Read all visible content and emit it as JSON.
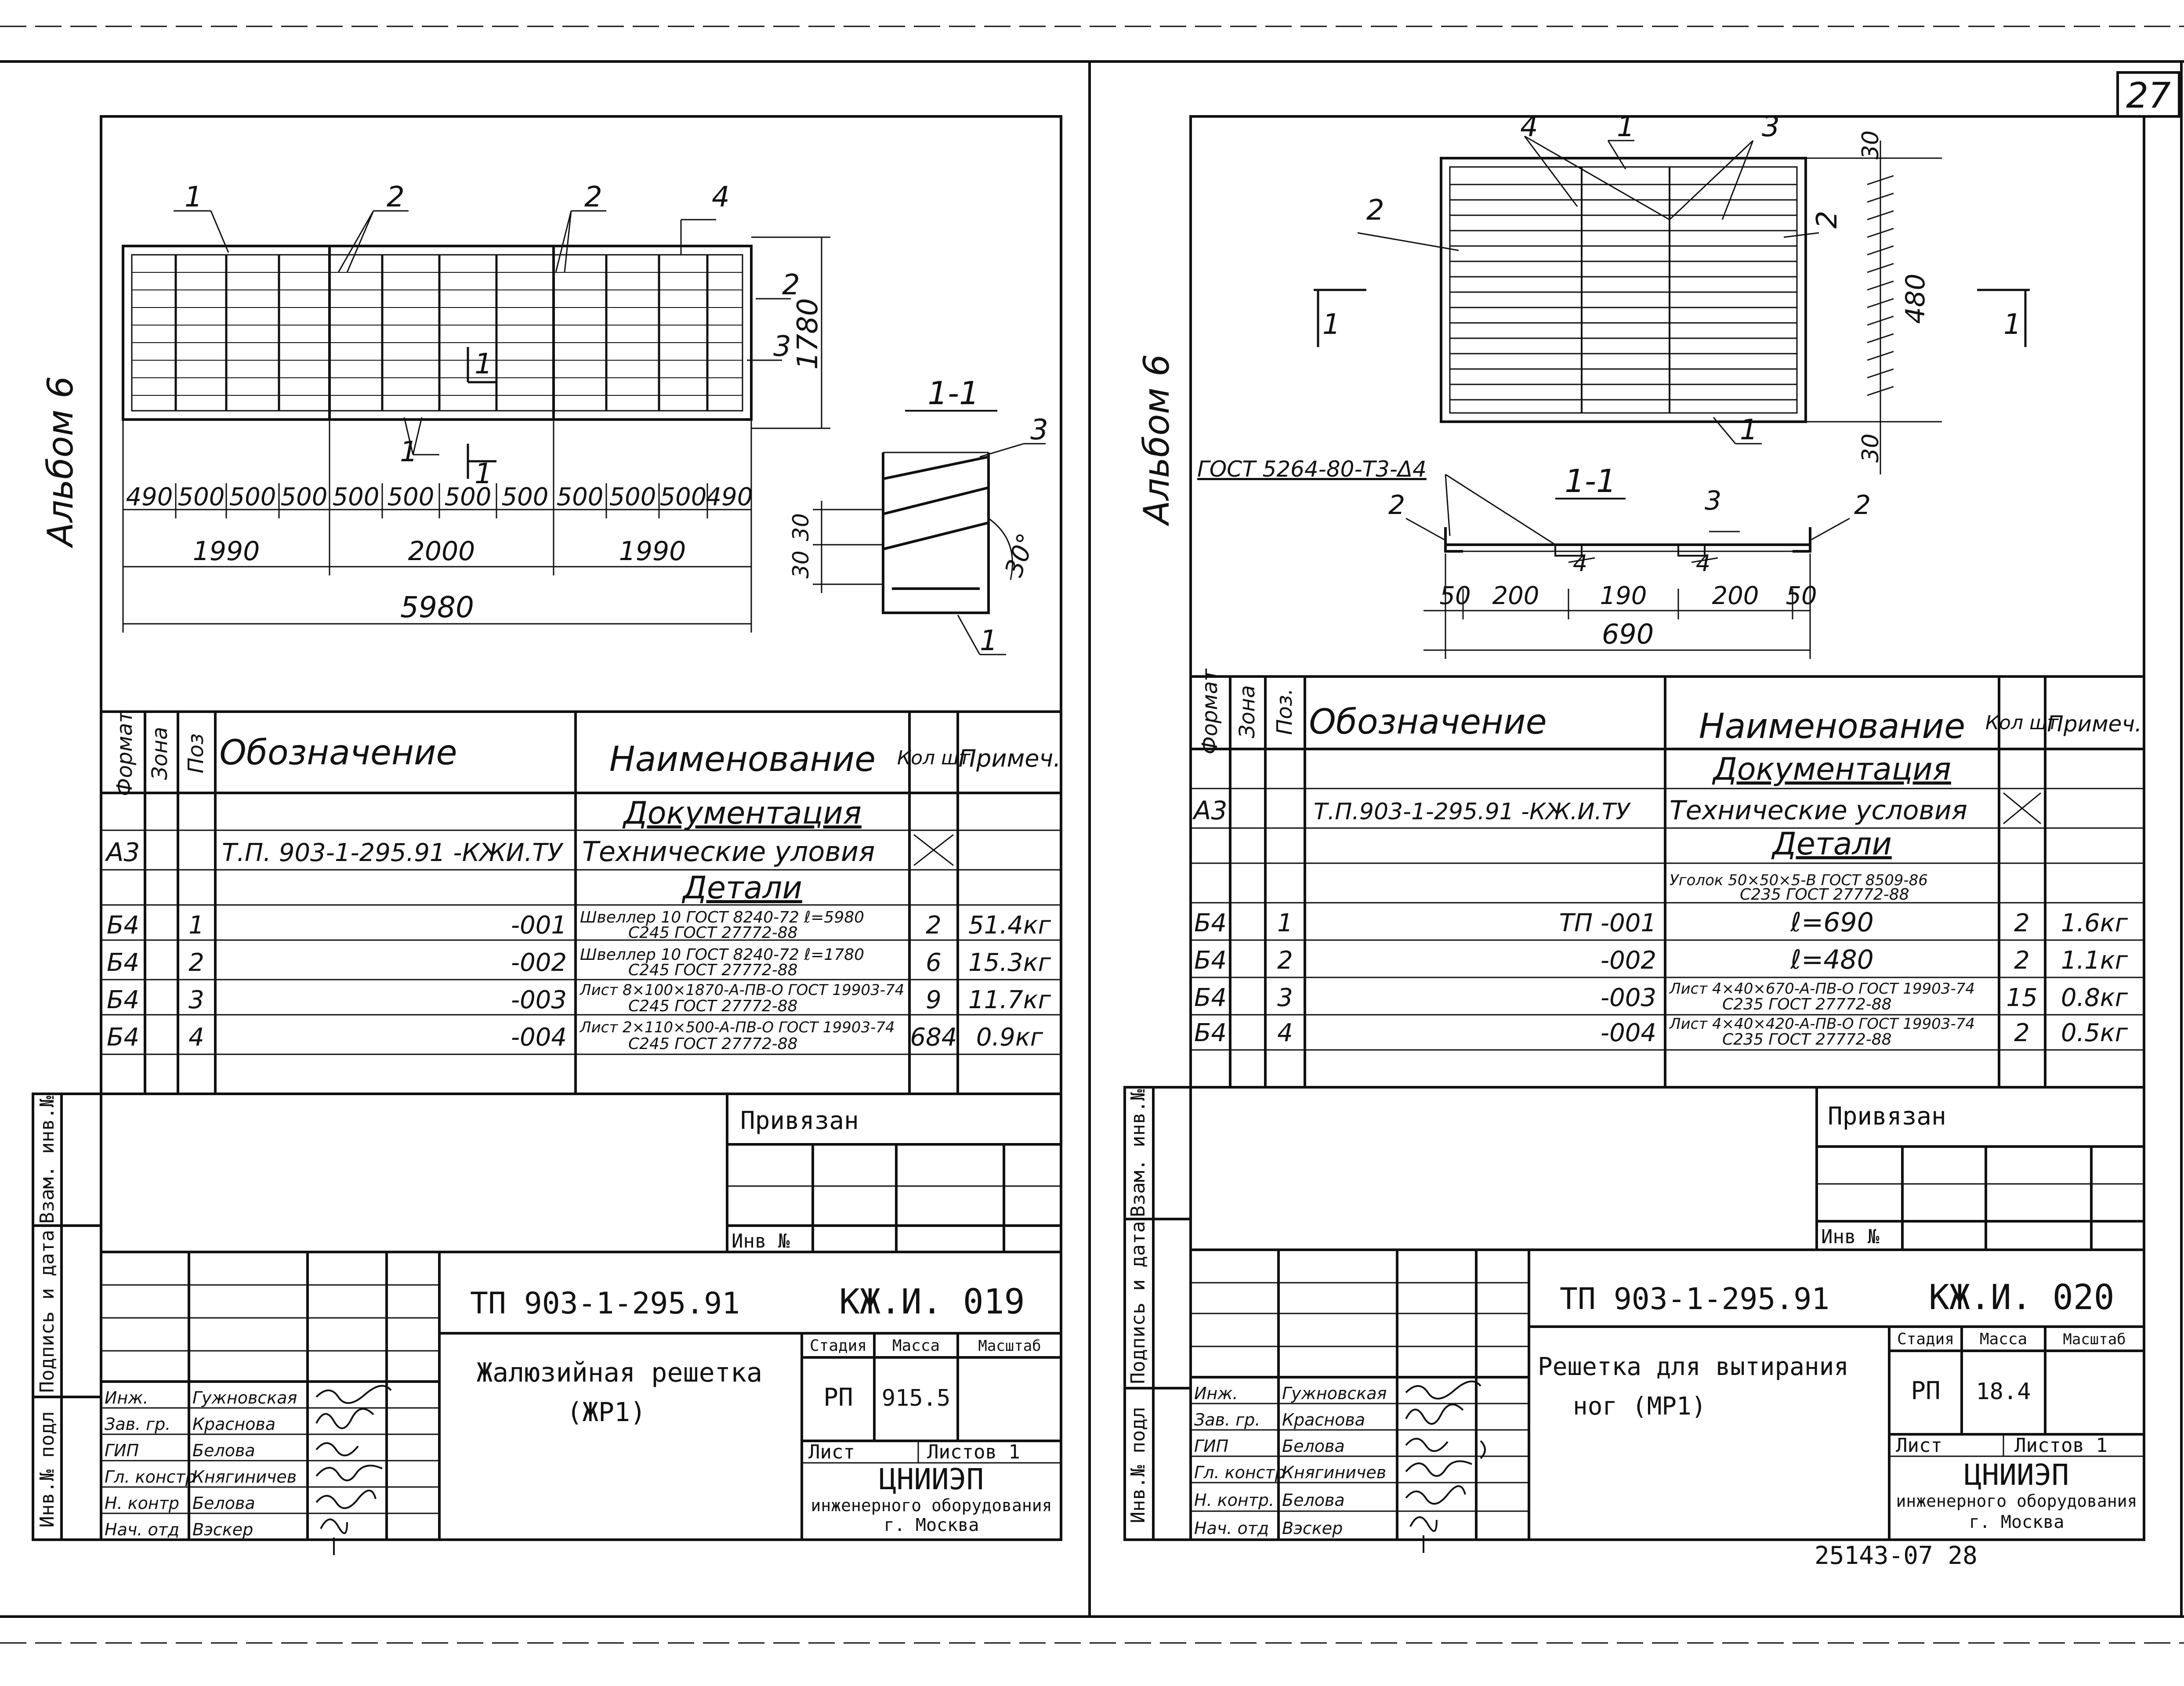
{
  "page_number": "27",
  "left": {
    "album": "Альбом 6",
    "drawing": {
      "callouts": [
        "1",
        "2",
        "2",
        "4",
        "2",
        "3",
        "1",
        "1"
      ],
      "section_marks": [
        "1",
        "1"
      ],
      "height_dim": "1780",
      "bays": [
        "490",
        "500",
        "500",
        "500",
        "500",
        "500",
        "500",
        "500",
        "500",
        "500",
        "500",
        "490"
      ],
      "segments": [
        "1990",
        "2000",
        "1990"
      ],
      "total": "5980",
      "section_title": "1-1",
      "section_dims": [
        "30",
        "30"
      ],
      "angle": "30°",
      "section_callouts": [
        "3",
        "1"
      ]
    },
    "spec": {
      "headers": {
        "format": "Формат",
        "zone": "Зона",
        "pos": "Поз",
        "designation": "Обозначение",
        "name": "Наименование",
        "qty": "Кол шт",
        "note": "Примеч."
      },
      "sections": {
        "docs": "Документация",
        "parts": "Детали"
      },
      "doc_row": {
        "format": "А3",
        "designation": "Т.П. 903-1-295.91 -КЖИ.ТУ",
        "name": "Технические уловия"
      },
      "rows": [
        {
          "format": "Б4",
          "pos": "1",
          "designation": "-001",
          "name_top": "Швеллер 10 ГОСТ 8240-72 ℓ=5980",
          "name_bottom": "С245 ГОСТ 27772-88",
          "qty": "2",
          "note": "51.4кг"
        },
        {
          "format": "Б4",
          "pos": "2",
          "designation": "-002",
          "name_top": "Швеллер 10 ГОСТ 8240-72 ℓ=1780",
          "name_bottom": "С245 ГОСТ 27772-88",
          "qty": "6",
          "note": "15.3кг"
        },
        {
          "format": "Б4",
          "pos": "3",
          "designation": "-003",
          "name_top": "Лист 8×100×1870-А-ПВ-О ГОСТ 19903-74",
          "name_bottom": "С245 ГОСТ 27772-88",
          "qty": "9",
          "note": "11.7кг"
        },
        {
          "format": "Б4",
          "pos": "4",
          "designation": "-004",
          "name_top": "Лист 2×110×500-А-ПВ-О ГОСТ 19903-74",
          "name_bottom": "С245 ГОСТ 27772-88",
          "qty": "684",
          "note": "0.9кг"
        }
      ]
    },
    "privyazan": "Привязан",
    "inv_label": "Инв №",
    "side_labels": [
      "Инв.№ подл",
      "Подпись и дата",
      "Взам. инв.№"
    ],
    "title_block": {
      "code": "ТП 903-1-295.91",
      "sheet_code": "КЖ.И. 019",
      "title_line1": "Жалюзийная решетка",
      "title_line2": "(ЖР1)",
      "stage_label": "Стадия",
      "mass_label": "Масса",
      "scale_label": "Масштаб",
      "stage": "РП",
      "mass": "915.5",
      "sheet_label": "Лист",
      "sheets_label": "Листов 1",
      "org": "ЦНИИЭП",
      "org_line2": "инженерного оборудования",
      "org_line3": "г. Москва",
      "staff": [
        {
          "role": "Инж.",
          "name": "Гужновская"
        },
        {
          "role": "Зав. гр.",
          "name": "Краснова"
        },
        {
          "role": "ГИП",
          "name": "Белова"
        },
        {
          "role": "Гл. констр",
          "name": "Княгиничев"
        },
        {
          "role": "Н. контр",
          "name": "Белова"
        },
        {
          "role": "Нач. отд",
          "name": "Вэскер"
        }
      ]
    }
  },
  "right": {
    "album": "Альбом 6",
    "drawing": {
      "callouts": [
        "4",
        "1",
        "3",
        "2",
        "2",
        "1"
      ],
      "section_marks": [
        "1",
        "1"
      ],
      "dims_vertical": [
        "30",
        "480",
        "30"
      ],
      "weld_note": "ГОСТ 5264-80-Т3-Δ4",
      "section_title": "1-1",
      "section_callouts": [
        "2",
        "3",
        "2",
        "4",
        "4"
      ],
      "bottom_dims": [
        "50",
        "200",
        "190",
        "200",
        "50"
      ],
      "total": "690"
    },
    "spec": {
      "headers": {
        "format": "Формат",
        "zone": "Зона",
        "pos": "Поз.",
        "designation": "Обозначение",
        "name": "Наименование",
        "qty": "Кол шт",
        "note": "Примеч."
      },
      "sections": {
        "docs": "Документация",
        "parts": "Детали"
      },
      "doc_row": {
        "format": "А3",
        "designation": "Т.П.903-1-295.91 -КЖ.И.ТУ",
        "name": "Технические условия"
      },
      "material_row": {
        "name_top": "Уголок 50×50×5-В ГОСТ 8509-86",
        "name_bottom": "С235 ГОСТ 27772-88"
      },
      "rows": [
        {
          "format": "Б4",
          "pos": "1",
          "designation": "ТП -001",
          "name_top": "ℓ=690",
          "name_bottom": "",
          "qty": "2",
          "note": "1.6кг"
        },
        {
          "format": "Б4",
          "pos": "2",
          "designation": "-002",
          "name_top": "ℓ=480",
          "name_bottom": "",
          "qty": "2",
          "note": "1.1кг"
        },
        {
          "format": "Б4",
          "pos": "3",
          "designation": "-003",
          "name_top": "Лист 4×40×670-А-ПВ-О ГОСТ 19903-74",
          "name_bottom": "С235 ГОСТ 27772-88",
          "qty": "15",
          "note": "0.8кг"
        },
        {
          "format": "Б4",
          "pos": "4",
          "designation": "-004",
          "name_top": "Лист 4×40×420-А-ПВ-О ГОСТ 19903-74",
          "name_bottom": "С235 ГОСТ 27772-88",
          "qty": "2",
          "note": "0.5кг"
        }
      ]
    },
    "privyazan": "Привязан",
    "inv_label": "Инв №",
    "side_labels": [
      "Инв.№ подл",
      "Подпись и дата",
      "Взам. инв.№"
    ],
    "title_block": {
      "code": "ТП 903-1-295.91",
      "sheet_code": "КЖ.И. 020",
      "title_line1": "Решетка для вытирания",
      "title_line2": "ног (МР1)",
      "stage_label": "Стадия",
      "mass_label": "Масса",
      "scale_label": "Масштаб",
      "stage": "РП",
      "mass": "18.4",
      "sheet_label": "Лист",
      "sheets_label": "Листов 1",
      "org": "ЦНИИЭП",
      "org_line2": "инженерного оборудования",
      "org_line3": "г. Москва",
      "staff": [
        {
          "role": "Инж.",
          "name": "Гужновская"
        },
        {
          "role": "Зав. гр.",
          "name": "Краснова"
        },
        {
          "role": "ГИП",
          "name": "Белова"
        },
        {
          "role": "Гл. констр",
          "name": "Княгиничев"
        },
        {
          "role": "Н. контр.",
          "name": "Белова"
        },
        {
          "role": "Нач. отд",
          "name": "Вэскер"
        }
      ]
    }
  },
  "footer_code": "25143-07  28"
}
